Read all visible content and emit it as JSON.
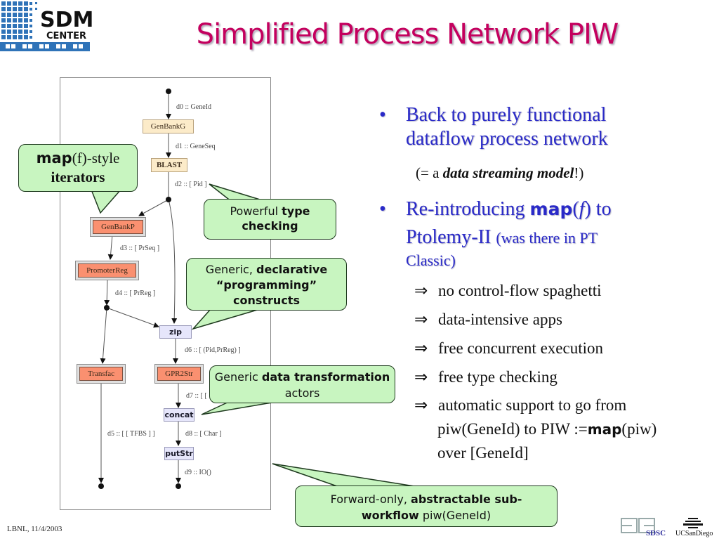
{
  "header": {
    "logo": {
      "line1": "SDM",
      "line2": "CENTER"
    },
    "title": "Simplified Process Network PIW",
    "title_color": "#c4005e"
  },
  "diagram": {
    "nodes": [
      {
        "id": "GenBankG",
        "label": "GenBankG",
        "style": "tan"
      },
      {
        "id": "BLAST",
        "label": "BLAST",
        "style": "tan"
      },
      {
        "id": "GenBankP",
        "label": "GenBankP",
        "style": "coral"
      },
      {
        "id": "PromoterReg",
        "label": "PromoterReg",
        "style": "coral"
      },
      {
        "id": "zip",
        "label": "zip",
        "style": "lavender"
      },
      {
        "id": "Transfac",
        "label": "Transfac",
        "style": "coral"
      },
      {
        "id": "GPR2Str",
        "label": "GPR2Str",
        "style": "coral"
      },
      {
        "id": "concat",
        "label": "concat",
        "style": "lavender"
      },
      {
        "id": "putStr",
        "label": "putStr",
        "style": "lavender"
      }
    ],
    "edge_labels": {
      "d0": "d0 :: GeneId",
      "d1": "d1 :: GeneSeq",
      "d2": "d2 :: [ Pid ]",
      "d3": "d3 :: [ PrSeq ]",
      "d4": "d4 :: [ PrReg ]",
      "d5": "d5 :: [ [ TFBS ] ]",
      "d6": "d6 :: [ (Pid,PrReg) ]",
      "d7": "d7 :: [ [",
      "d8": "d8 :: [ Char ]",
      "d9": "d9 :: IO()"
    }
  },
  "callouts": {
    "map_iterators": {
      "bold_prefix": "map",
      "rest": "(f)-style",
      "line2": "iterators"
    },
    "type_checking": {
      "normal": "Powerful ",
      "bold": "type checking"
    },
    "declarative": {
      "normal": "Generic, ",
      "bold1": "declarative",
      "bold2": "“programming”",
      "bold3": "constructs"
    },
    "data_transformation": {
      "normal": "Generic ",
      "bold": "data transformation",
      "tail": " actors"
    },
    "subworkflow": {
      "normal": "Forward-only, ",
      "bold1": "abstractable sub-",
      "bold2": "workflow",
      "tail": " piw(GeneId)"
    },
    "fill_color": "#c8f5c0"
  },
  "bullets": {
    "b1": {
      "line1": "Back to purely functional",
      "line2": "dataflow process network",
      "note_prefix": "(= a ",
      "note_em": "data streaming model",
      "note_suffix": "!)"
    },
    "b2": {
      "prefix": "Re-introducing ",
      "map": "map",
      "paren_open": "(",
      "f": "f",
      "paren_close": ")",
      "suffix": " to",
      "line2": "Ptolemy-II ",
      "line2_small": "(was there in PT",
      "line3": "Classic)"
    },
    "sub_items": [
      "no control-flow spaghetti",
      "data-intensive apps",
      "free concurrent execution",
      "free type checking"
    ],
    "last_item": {
      "line1": "automatic support to go from",
      "line2_a": "piw(GeneId) to PIW :=",
      "line2_map": "map",
      "line2_b": "(piw)",
      "line3": "over [GeneId]"
    },
    "arrow_glyph": "⇒",
    "bullet_glyph": "•",
    "bullet_color": "#2a2ac8"
  },
  "footer": {
    "date": "LBNL, 11/4/2003",
    "logos": {
      "sdsc": "SDSC",
      "ucsd": "UCSanDiego"
    }
  }
}
